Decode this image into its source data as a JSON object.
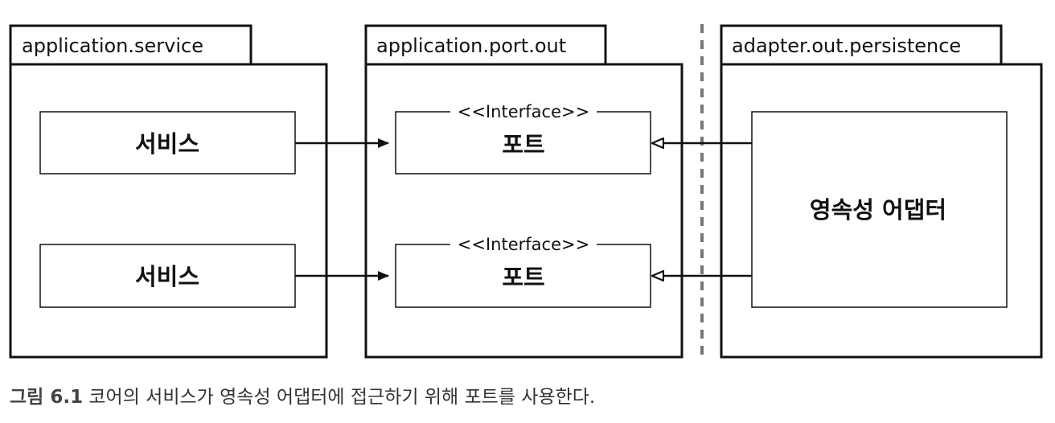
{
  "packages": {
    "service": {
      "label": "application.service"
    },
    "port_out": {
      "label": "application.port.out"
    },
    "persistence": {
      "label": "adapter.out.persistence"
    }
  },
  "services": [
    {
      "label": "서비스"
    },
    {
      "label": "서비스"
    }
  ],
  "ports": [
    {
      "stereotype": "<<Interface>>",
      "label": "포트"
    },
    {
      "stereotype": "<<Interface>>",
      "label": "포트"
    }
  ],
  "adapter": {
    "label": "영속성 어댑터"
  },
  "caption": {
    "number": "그림 6.1",
    "text": "코어의 서비스가 영속성 어댑터에 접근하기 위해 포트를 사용한다."
  },
  "colors": {
    "stroke": "#111111",
    "divider": "#777777",
    "caption": "#333333"
  }
}
